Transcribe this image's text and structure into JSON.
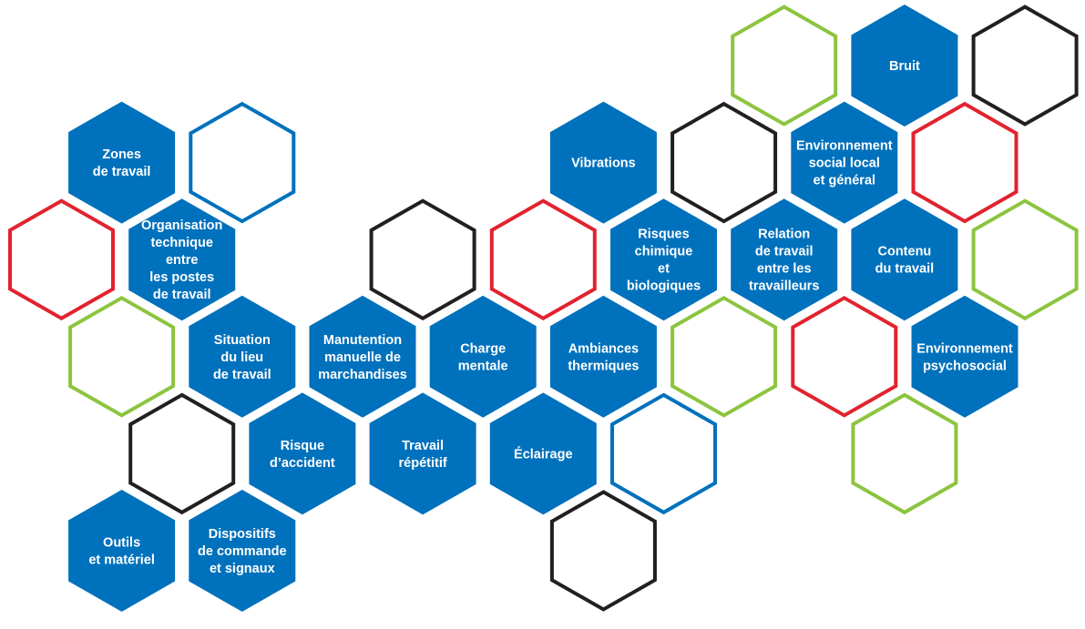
{
  "colors": {
    "blue": "#0071BC",
    "red": "#E1232F",
    "green": "#8CC43F",
    "black": "#231F20"
  },
  "labeled_hexagons": [
    {
      "id": "zones",
      "lines": [
        "Zones",
        "de travail"
      ]
    },
    {
      "id": "organisation",
      "lines": [
        "Organisation",
        "technique",
        "entre",
        "les postes",
        "de travail"
      ]
    },
    {
      "id": "outils",
      "lines": [
        "Outils",
        "et matériel"
      ]
    },
    {
      "id": "dispositifs",
      "lines": [
        "Dispositifs",
        "de commande",
        "et signaux"
      ]
    },
    {
      "id": "situation",
      "lines": [
        "Situation",
        "du lieu",
        "de travail"
      ]
    },
    {
      "id": "risque-accident",
      "lines": [
        "Risque",
        "d’accident"
      ]
    },
    {
      "id": "manutention",
      "lines": [
        "Manutention",
        "manuelle de",
        "marchandises"
      ]
    },
    {
      "id": "travail-repetitif",
      "lines": [
        "Travail",
        "répétitif"
      ]
    },
    {
      "id": "charge-mentale",
      "lines": [
        "Charge",
        "mentale"
      ]
    },
    {
      "id": "eclairage",
      "lines": [
        "Éclairage"
      ]
    },
    {
      "id": "vibrations",
      "lines": [
        "Vibrations"
      ]
    },
    {
      "id": "ambiances",
      "lines": [
        "Ambiances",
        "thermiques"
      ]
    },
    {
      "id": "risques-chimiques",
      "lines": [
        "Risques",
        "chimique",
        "et",
        "biologiques"
      ]
    },
    {
      "id": "relation",
      "lines": [
        "Relation",
        "de travail",
        "entre les",
        "travailleurs"
      ]
    },
    {
      "id": "env-social",
      "lines": [
        "Environnement",
        "social local",
        "et général"
      ]
    },
    {
      "id": "bruit",
      "lines": [
        "Bruit"
      ]
    },
    {
      "id": "contenu",
      "lines": [
        "Contenu",
        "du travail"
      ]
    },
    {
      "id": "env-psychosocial",
      "lines": [
        "Environnement",
        "psychosocial"
      ]
    }
  ],
  "outline_hexagons": [
    "blue",
    "red",
    "green",
    "black",
    "black",
    "red",
    "black",
    "blue",
    "black",
    "green",
    "green",
    "red",
    "green",
    "red",
    "black",
    "green"
  ]
}
